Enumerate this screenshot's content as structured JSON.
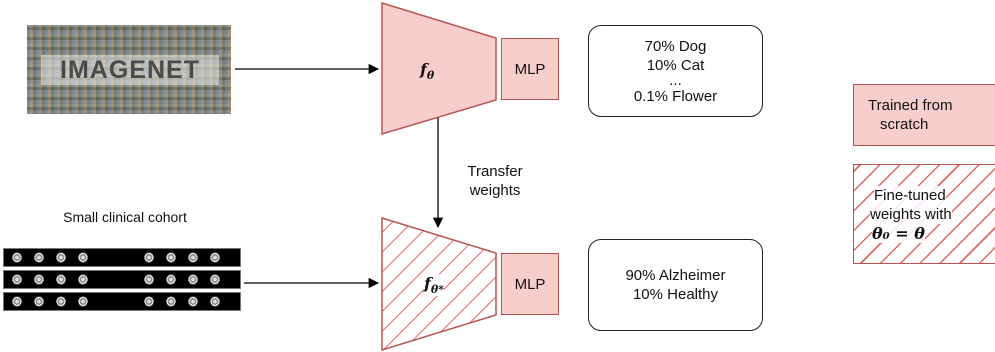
{
  "imagenet": {
    "logo_text": "IMAGENET"
  },
  "cohort": {
    "title": "Small clinical cohort"
  },
  "model_top": {
    "symbol": "f",
    "subscript": "θ"
  },
  "model_bottom": {
    "symbol": "f",
    "subscript": "θ*"
  },
  "mlp": {
    "top_label": "MLP",
    "bottom_label": "MLP"
  },
  "output_top": {
    "lines": [
      "70% Dog",
      "10% Cat",
      "...",
      "0.1% Flower"
    ]
  },
  "output_bottom": {
    "lines": [
      "90% Alzheimer",
      "10% Healthy"
    ]
  },
  "transfer": {
    "line1": "Transfer",
    "line2": "weights"
  },
  "legend": {
    "trained_line1": "Trained from",
    "trained_line2": "scratch",
    "finetuned_line1": "Fine-tuned",
    "finetuned_line2": "weights with",
    "finetuned_eq": "θ₀ = θ"
  },
  "colors": {
    "fill_red": "#f8cecc",
    "stroke_red": "#b85450",
    "hatch_red": "#e06666"
  }
}
